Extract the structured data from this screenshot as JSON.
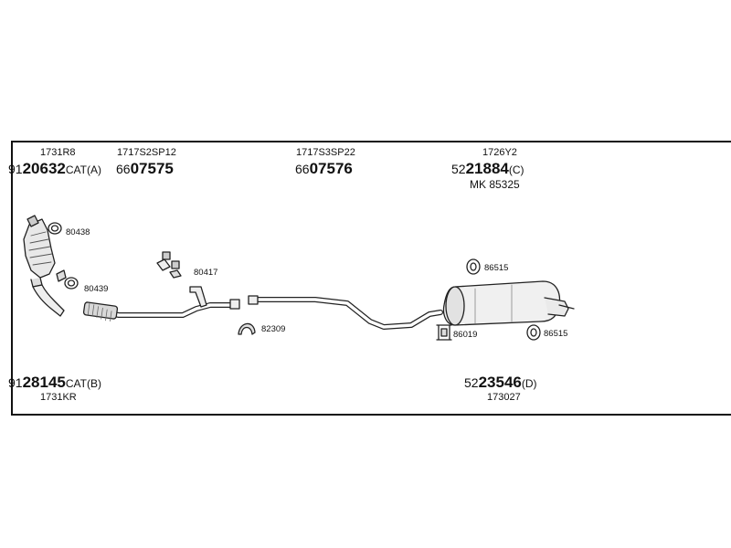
{
  "top_parts": [
    {
      "code": "1731R8",
      "prefix": "91",
      "number": "20632",
      "suffix": "CAT(A)"
    },
    {
      "code": "1717S2SP12",
      "prefix": "66",
      "number": "07575",
      "suffix": ""
    },
    {
      "code": "1717S3SP22",
      "prefix": "66",
      "number": "07576",
      "suffix": ""
    },
    {
      "code": "1726Y2",
      "prefix": "52",
      "number": "21884",
      "suffix": "(C)",
      "extra": "MK  85325"
    }
  ],
  "bottom_parts": [
    {
      "code": "1731KR",
      "prefix": "91",
      "number": "28145",
      "suffix": "CAT(B)"
    },
    {
      "code": "173027",
      "prefix": "52",
      "number": "23546",
      "suffix": "(D)"
    }
  ],
  "callouts": {
    "c1": "80438",
    "c2": "80439",
    "c3": "80417",
    "c4": "82309",
    "c5": "86515",
    "c6": "86019",
    "c7": "86515"
  }
}
